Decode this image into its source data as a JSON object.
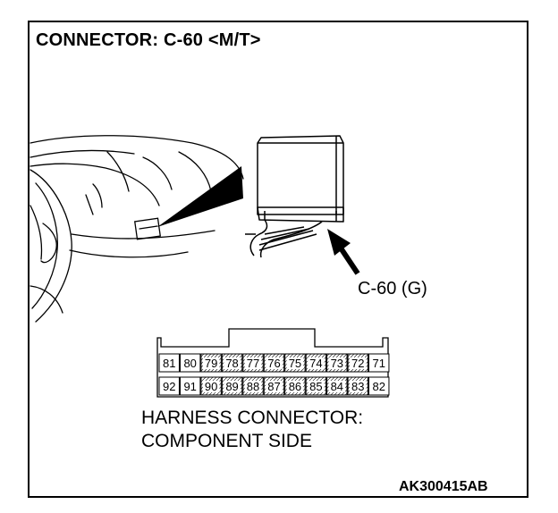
{
  "title": "CONNECTOR: C-60 <M/T>",
  "callout": "C-60 (G)",
  "harness_label_line1": "HARNESS CONNECTOR:",
  "harness_label_line2": "COMPONENT SIDE",
  "reference_code": "AK300415AB",
  "pins_top_row": [
    "81",
    "80",
    "79",
    "78",
    "77",
    "76",
    "75",
    "74",
    "73",
    "72",
    "71"
  ],
  "pins_bottom_row": [
    "92",
    "91",
    "90",
    "89",
    "88",
    "87",
    "86",
    "85",
    "84",
    "83",
    "82"
  ],
  "hatched_top_pins": [
    "79",
    "78",
    "77",
    "76",
    "75",
    "74",
    "73",
    "72"
  ],
  "hatched_bottom_pins": [
    "90",
    "89",
    "88",
    "87",
    "86",
    "85",
    "84",
    "83"
  ]
}
